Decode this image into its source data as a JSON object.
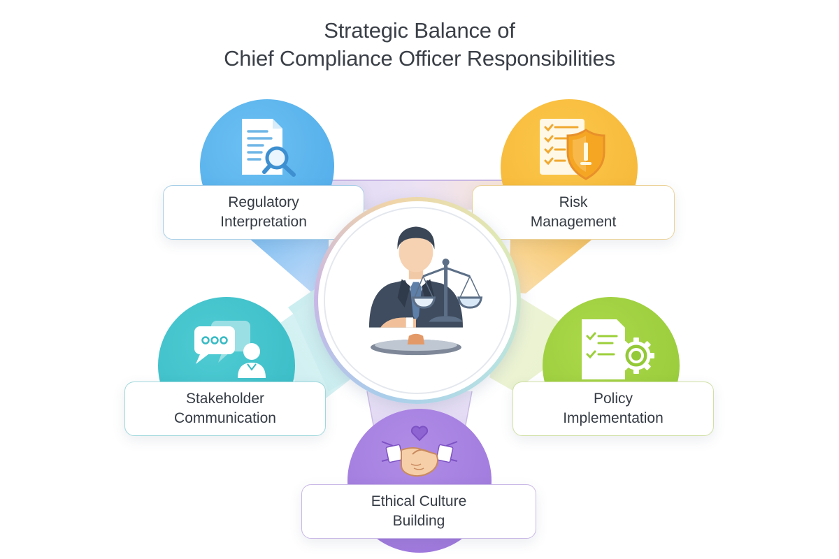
{
  "title": {
    "line1": "Strategic Balance of",
    "line2": "Chief Compliance Officer Responsibilities"
  },
  "divider": {
    "colors": [
      "#5ab6df",
      "#7cbfa8",
      "#b7c96a",
      "#e8b54a",
      "#eaa64a"
    ]
  },
  "center": {
    "icon": "compliance-officer-with-scales-icon",
    "description": "Officer figure with balance scales and stamp"
  },
  "nodes": [
    {
      "id": "regulatory",
      "line1": "Regulatory",
      "line2": "Interpretation",
      "icon": "document-magnifier-icon",
      "color": "#5db4ee",
      "border": "#a8cfe8"
    },
    {
      "id": "risk",
      "line1": "Risk",
      "line2": "Management",
      "icon": "checklist-shield-icon",
      "color": "#f7bb3e",
      "border": "#ecd39a"
    },
    {
      "id": "stakeholder",
      "line1": "Stakeholder",
      "line2": "Communication",
      "icon": "chat-person-icon",
      "color": "#3ec3cc",
      "border": "#9fd8dc"
    },
    {
      "id": "policy",
      "line1": "Policy",
      "line2": "Implementation",
      "icon": "checklist-gear-icon",
      "color": "#9ccf3a",
      "border": "#cfe0a4"
    },
    {
      "id": "ethical",
      "line1": "Ethical Culture",
      "line2": "Building",
      "icon": "handshake-heart-icon",
      "color": "#a57fe0",
      "border": "#c9b8e6"
    }
  ]
}
